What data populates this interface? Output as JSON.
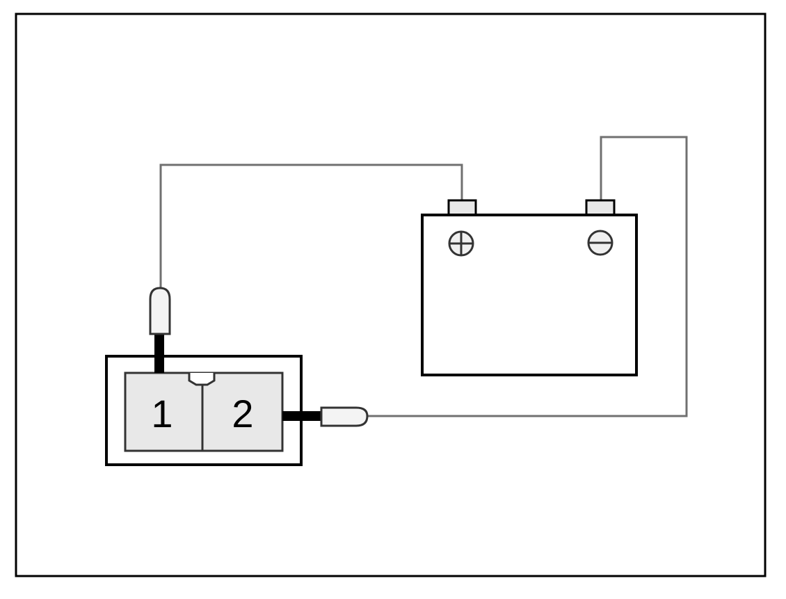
{
  "connector": {
    "pin_labels": [
      "1",
      "2"
    ]
  },
  "battery": {
    "positive_symbol": "plus-in-circle",
    "negative_symbol": "minus-in-circle"
  },
  "colors": {
    "frame": "#000000",
    "wire": "#707070",
    "lead_dark": "#000000",
    "connector_fill": "#e8e8e8",
    "background": "#ffffff"
  }
}
